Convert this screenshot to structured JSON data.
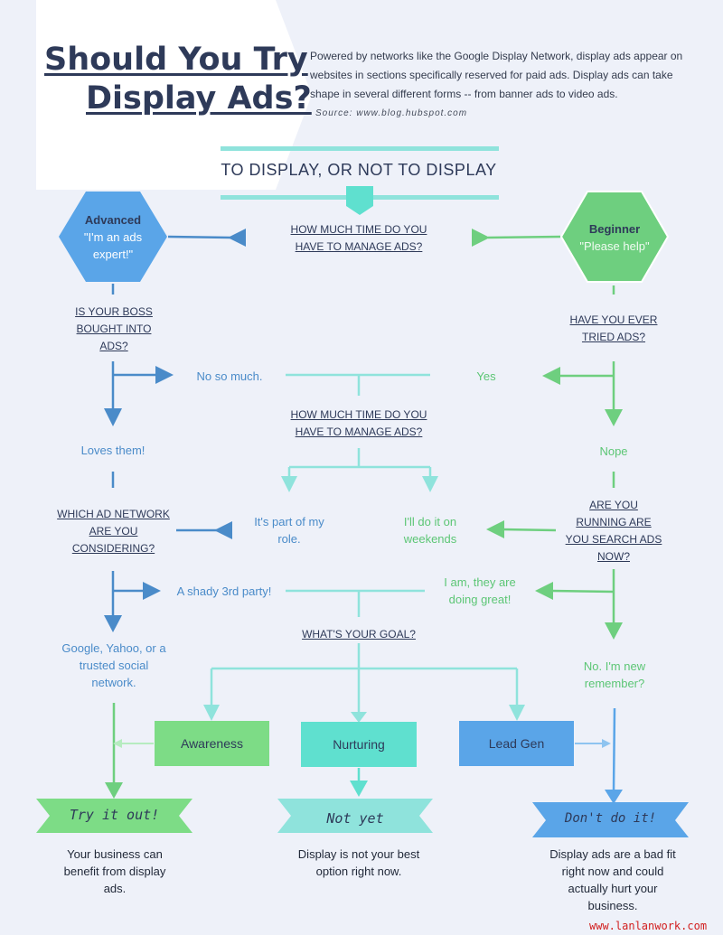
{
  "title": {
    "line1": "Should You Try",
    "line2": "Display Ads?"
  },
  "intro": "Powered by networks like the Google Display Network, display ads appear on websites in sections specifically reserved for paid ads. Display ads can take shape in several different forms -- from banner ads to video ads.",
  "source": "Source: www.blog.hubspot.com",
  "header": "TO DISPLAY, OR NOT TO DISPLAY",
  "start_left": {
    "title": "Advanced",
    "quote": "\"I'm an ads expert!\""
  },
  "start_right": {
    "title": "Beginner",
    "quote": "\"Please help\""
  },
  "questions": {
    "time_top": "HOW MUCH TIME DO YOU HAVE TO MANAGE ADS?",
    "boss": "IS YOUR BOSS BOUGHT INTO ADS?",
    "tried": "HAVE YOU EVER TRIED ADS?",
    "time_mid": "HOW MUCH TIME DO YOU HAVE TO MANAGE ADS?",
    "network": "WHICH AD NETWORK ARE YOU CONSIDERING?",
    "search": "ARE YOU RUNNING ARE YOU SEARCH ADS NOW?",
    "goal": "WHAT'S YOUR GOAL?"
  },
  "answers": {
    "no_so_much": "No so much.",
    "yes": "Yes",
    "loves_them": "Loves them!",
    "nope": "Nope",
    "part_of_role": "It's part of my role.",
    "weekends": "I'll do it on weekends",
    "shady": "A shady 3rd party!",
    "doing_great": "I am, they are doing great!",
    "google": "Google, Yahoo, or a trusted social network.",
    "new": "No. I'm new remember?"
  },
  "goals": {
    "awareness": "Awareness",
    "nurturing": "Nurturing",
    "lead_gen": "Lead Gen"
  },
  "outcomes": {
    "try": {
      "label": "Try it out!",
      "text": "Your business can benefit from display ads."
    },
    "not_yet": {
      "label": "Not yet",
      "text": "Display is not your best option right now."
    },
    "dont": {
      "label": "Don't do it!",
      "text": "Display ads are a bad fit right now and could actually hurt your business."
    }
  },
  "watermark": "www.lanlanwork.com",
  "colors": {
    "blue": "#4a8bc9",
    "green": "#6ecf7f",
    "teal": "#8fe3dc",
    "navy": "#2e3a59",
    "lightblue": "#5aa5e8"
  }
}
